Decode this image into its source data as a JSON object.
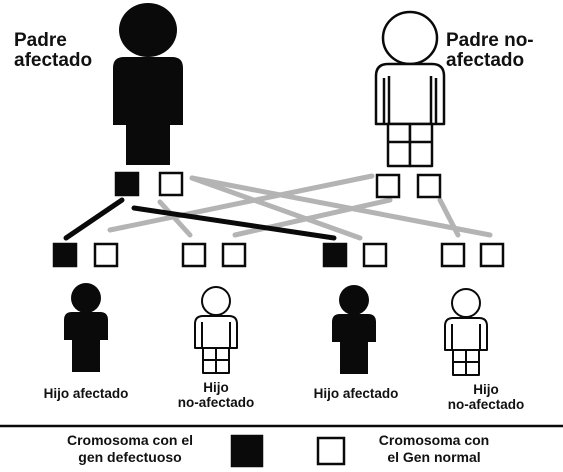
{
  "parents": {
    "affected": {
      "line1": "Padre",
      "line2": "afectado",
      "chromosomes": [
        "defective",
        "normal"
      ]
    },
    "unaffected": {
      "line1": "Padre no-",
      "line2": "afectado",
      "chromosomes": [
        "normal",
        "normal"
      ]
    }
  },
  "children": [
    {
      "line1": "Hijo afectado",
      "line2": "",
      "status": "affected",
      "chromosomes": [
        "defective",
        "normal"
      ]
    },
    {
      "line1": "Hijo",
      "line2": "no-afectado",
      "status": "unaffected",
      "chromosomes": [
        "normal",
        "normal"
      ]
    },
    {
      "line1": "Hijo afectado",
      "line2": "",
      "status": "affected",
      "chromosomes": [
        "defective",
        "normal"
      ]
    },
    {
      "line1": "Hijo",
      "line2": "no-afectado",
      "status": "unaffected",
      "chromosomes": [
        "normal",
        "normal"
      ]
    }
  ],
  "legend": {
    "defective_line1": "Cromosoma con el",
    "defective_line2": "gen defectuoso",
    "normal_line1": "Cromosoma con",
    "normal_line2": "el Gen normal"
  },
  "colors": {
    "defective": "#0a0a0a",
    "normal": "#ffffff",
    "inheritance_defective_line": "#0a0a0a",
    "inheritance_normal_line": "#b4b4b4"
  }
}
